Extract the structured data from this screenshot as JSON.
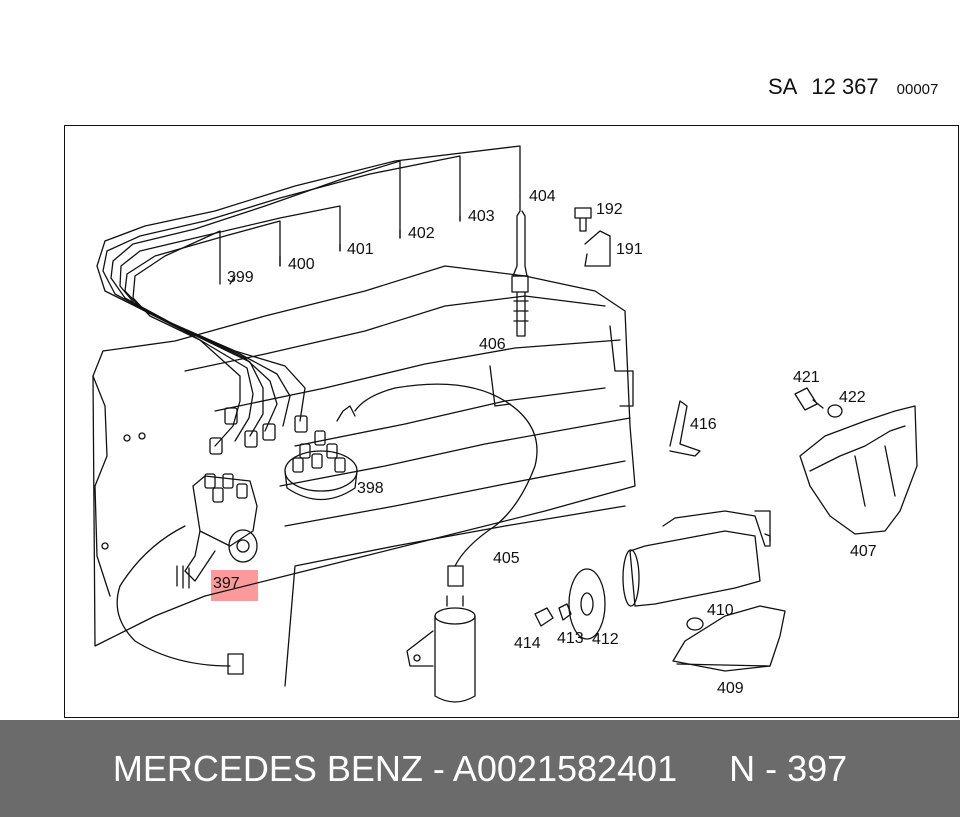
{
  "header": {
    "prefix": "SA",
    "number": "12 367",
    "sequence": "00007"
  },
  "diagram": {
    "highlighted_part": "397",
    "callouts": [
      "399",
      "400",
      "401",
      "402",
      "403",
      "404",
      "192",
      "191",
      "406",
      "398",
      "397",
      "405",
      "416",
      "421",
      "422",
      "407",
      "414",
      "413",
      "412",
      "410",
      "409"
    ]
  },
  "footer": {
    "brand_part": "MERCEDES BENZ - A0021582401",
    "ref_part": "N - 397"
  }
}
